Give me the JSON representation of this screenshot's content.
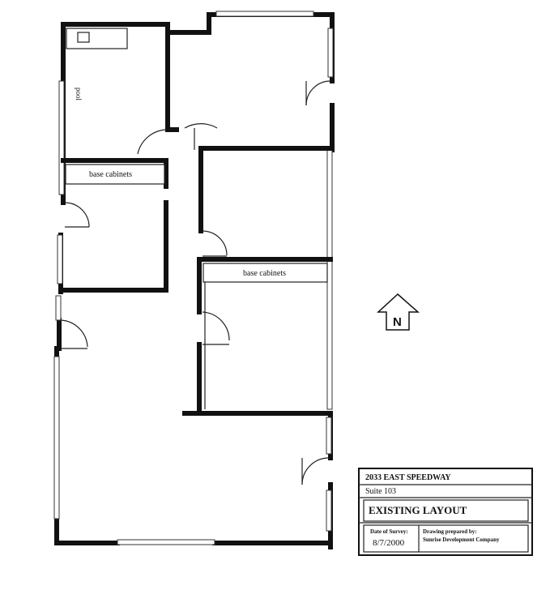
{
  "plan": {
    "labels": {
      "closet": "pool",
      "base_cabinets_upper": "base cabinets",
      "base_cabinets_lower": "base cabinets"
    },
    "north_arrow": {
      "letter": "N",
      "icon": "north-arrow-icon"
    }
  },
  "title_block": {
    "address": "2033 EAST SPEEDWAY",
    "suite": "Suite 103",
    "drawing_title": "EXISTING LAYOUT",
    "survey_label": "Date of Survey:",
    "survey_date": "8/7/2000",
    "prepared_label": "Drawing prepared by:",
    "prepared_by": "Sunrise Development Company"
  }
}
